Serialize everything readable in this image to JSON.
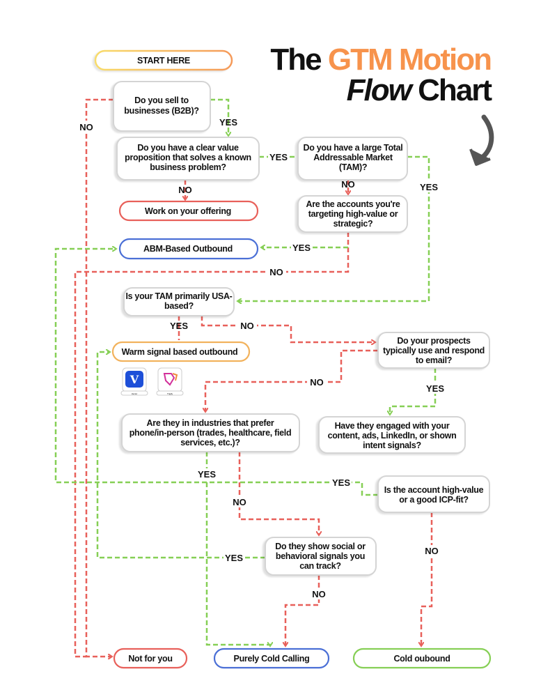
{
  "title": {
    "line1_black": "The",
    "line1_orange": "GTM Motion",
    "line2_italic": "Flow",
    "line2_regular": "Chart"
  },
  "colors": {
    "yes": "#86cf55",
    "no": "#e8605a",
    "accent": "#f7934c",
    "blue": "#4a6fd6",
    "orange_outline": "#f2b25c"
  },
  "nodes": {
    "start": "START HERE",
    "q_b2b": [
      "Do you sell to",
      "businesses (B2B)?"
    ],
    "q_value_prop": [
      "Do you have a clear value",
      "proposition that solves a known",
      "business problem?"
    ],
    "q_tam": [
      "Do you have a large Total",
      "Addressable Market",
      "(TAM)?"
    ],
    "work_offering": "Work on your offering",
    "q_accounts": [
      "Are the accounts you're",
      "targeting high-value or",
      "strategic?"
    ],
    "abm": "ABM-Based Outbound",
    "q_usa": [
      "Is your TAM primarily USA-",
      "based?"
    ],
    "warm": "Warm signal based outbound",
    "q_email": [
      "Do your prospects",
      "typically use and respond",
      "to email?"
    ],
    "q_industries": [
      "Are they in industries that prefer",
      "phone/in-person (trades, healthcare, field",
      "services, etc.)?"
    ],
    "q_engaged": [
      "Have they engaged with your",
      "content, ads, LinkedIn, or shown",
      "intent signals?"
    ],
    "q_icp": [
      "Is the account high-value",
      "or a good ICP-fit?"
    ],
    "q_signals": [
      "Do they show social or",
      "behavioral signals you",
      "can track?"
    ],
    "not_for_you": "Not for you",
    "cold_calling": "Purely Cold Calling",
    "cold_outbound": "Cold oubound"
  },
  "tools": [
    {
      "name": "Vector",
      "icon": "vector-logo"
    },
    {
      "name": "Trigify",
      "icon": "trigify-logo"
    }
  ],
  "edge_labels": {
    "b2b_no": "NO",
    "b2b_yes": "YES",
    "vp_yes": "YES",
    "vp_no": "NO",
    "tam_no": "NO",
    "tam_yes": "YES",
    "acc_yes": "YES",
    "acc_no": "NO",
    "usa_yes": "YES",
    "usa_no": "NO",
    "email_no": "NO",
    "email_yes": "YES",
    "ind_yes": "YES",
    "ind_no": "NO",
    "icp_yes": "YES",
    "icp_no": "NO",
    "sig_yes": "YES",
    "sig_no": "NO"
  }
}
